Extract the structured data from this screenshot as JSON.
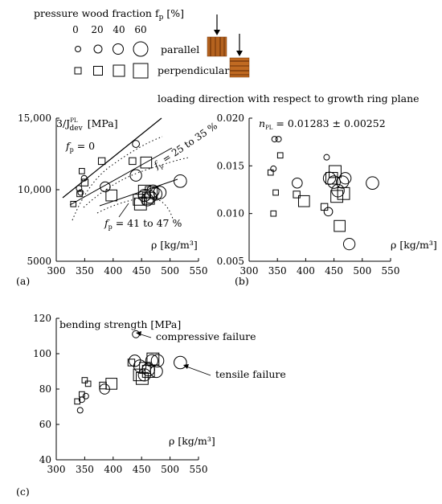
{
  "legend": {
    "title": "pressure wood fraction f",
    "title_sub": "p",
    "title_unit": "[%]",
    "sizes": [
      "0",
      "20",
      "40",
      "60"
    ],
    "parallel_label": "parallel",
    "perpendicular_label": "perpendicular",
    "loading_direction_text": "loading direction with respect to growth ring plane"
  },
  "chart_data": [
    {
      "panel": "(a)",
      "type": "scatter",
      "ylabel_html": "3/J",
      "ylabel_sup": "PL",
      "ylabel_sub": "dev",
      "ylabel_unit": "[MPa]",
      "xlabel": "ρ [kg/m³]",
      "xlim": [
        300,
        550
      ],
      "ylim": [
        5000,
        15000
      ],
      "xticks": [
        300,
        350,
        400,
        450,
        500,
        550
      ],
      "yticks": [
        5000,
        10000,
        15000
      ],
      "ytick_labels": [
        "5000",
        "10,000",
        "15,000"
      ],
      "annotations": {
        "fp0": "f",
        "fp0_sub": "p",
        "fp0_rest": " = 0",
        "fp25": "f",
        "fp25_sub": "p",
        "fp25_rest": " = 25 to 35 %",
        "fp41": "f",
        "fp41_sub": "p",
        "fp41_rest": " = 41 to 47 %"
      },
      "series": [
        {
          "marker": "circle",
          "orientation": "parallel",
          "points": [
            {
              "x": 340,
              "y": 10100,
              "fp": 0
            },
            {
              "x": 343,
              "y": 9800,
              "fp": 0
            },
            {
              "x": 349,
              "y": 10800,
              "fp": 0
            },
            {
              "x": 386,
              "y": 10200,
              "fp": 30
            },
            {
              "x": 440,
              "y": 13200,
              "fp": 10
            },
            {
              "x": 440,
              "y": 11000,
              "fp": 40
            },
            {
              "x": 455,
              "y": 9600,
              "fp": 45
            },
            {
              "x": 460,
              "y": 9300,
              "fp": 45
            },
            {
              "x": 465,
              "y": 9500,
              "fp": 47
            },
            {
              "x": 470,
              "y": 9900,
              "fp": 45
            },
            {
              "x": 475,
              "y": 9700,
              "fp": 45
            },
            {
              "x": 482,
              "y": 9800,
              "fp": 47
            },
            {
              "x": 518,
              "y": 10600,
              "fp": 47
            }
          ]
        },
        {
          "marker": "square",
          "orientation": "perpendicular",
          "points": [
            {
              "x": 330,
              "y": 9000,
              "fp": 0
            },
            {
              "x": 341,
              "y": 9700,
              "fp": 0
            },
            {
              "x": 345,
              "y": 11300,
              "fp": 0
            },
            {
              "x": 350,
              "y": 10500,
              "fp": 10
            },
            {
              "x": 380,
              "y": 12000,
              "fp": 10
            },
            {
              "x": 397,
              "y": 9600,
              "fp": 40
            },
            {
              "x": 434,
              "y": 12000,
              "fp": 10
            },
            {
              "x": 445,
              "y": 9300,
              "fp": 40
            },
            {
              "x": 448,
              "y": 9000,
              "fp": 47
            },
            {
              "x": 455,
              "y": 9900,
              "fp": 47
            },
            {
              "x": 458,
              "y": 11900,
              "fp": 40
            },
            {
              "x": 462,
              "y": 9400,
              "fp": 47
            },
            {
              "x": 467,
              "y": 9800,
              "fp": 47
            }
          ]
        }
      ]
    },
    {
      "panel": "(b)",
      "type": "scatter",
      "annotation_text": "n",
      "annotation_sub": "PL",
      "annotation_rest": " = 0.01283 ± 0.00252",
      "xlabel": "ρ [kg/m³]",
      "xlim": [
        300,
        550
      ],
      "ylim": [
        0.005,
        0.02
      ],
      "xticks": [
        300,
        350,
        400,
        450,
        500,
        550
      ],
      "yticks": [
        0.005,
        0.01,
        0.015,
        0.02
      ],
      "ytick_labels": [
        "0.005",
        "0.010",
        "0.015",
        "0.020"
      ],
      "series": [
        {
          "marker": "circle",
          "orientation": "parallel",
          "points": [
            {
              "x": 345,
              "y": 0.0178,
              "fp": 0
            },
            {
              "x": 352,
              "y": 0.0178,
              "fp": 0
            },
            {
              "x": 343,
              "y": 0.0147,
              "fp": 0
            },
            {
              "x": 385,
              "y": 0.0132,
              "fp": 30
            },
            {
              "x": 437,
              "y": 0.0159,
              "fp": 0
            },
            {
              "x": 440,
              "y": 0.0102,
              "fp": 20
            },
            {
              "x": 442,
              "y": 0.0137,
              "fp": 45
            },
            {
              "x": 450,
              "y": 0.0133,
              "fp": 47
            },
            {
              "x": 457,
              "y": 0.0124,
              "fp": 47
            },
            {
              "x": 465,
              "y": 0.0133,
              "fp": 45
            },
            {
              "x": 470,
              "y": 0.0137,
              "fp": 40
            },
            {
              "x": 477,
              "y": 0.0068,
              "fp": 40
            },
            {
              "x": 518,
              "y": 0.0132,
              "fp": 47
            }
          ]
        },
        {
          "marker": "square",
          "orientation": "perpendicular",
          "points": [
            {
              "x": 338,
              "y": 0.0143,
              "fp": 0
            },
            {
              "x": 347,
              "y": 0.0122,
              "fp": 0
            },
            {
              "x": 343,
              "y": 0.01,
              "fp": 0
            },
            {
              "x": 355,
              "y": 0.0161,
              "fp": 0
            },
            {
              "x": 384,
              "y": 0.012,
              "fp": 10
            },
            {
              "x": 397,
              "y": 0.0113,
              "fp": 40
            },
            {
              "x": 433,
              "y": 0.0107,
              "fp": 10
            },
            {
              "x": 446,
              "y": 0.0137,
              "fp": 45
            },
            {
              "x": 452,
              "y": 0.0144,
              "fp": 47
            },
            {
              "x": 455,
              "y": 0.0118,
              "fp": 47
            },
            {
              "x": 460,
              "y": 0.0087,
              "fp": 40
            },
            {
              "x": 467,
              "y": 0.0121,
              "fp": 47
            }
          ]
        }
      ]
    },
    {
      "panel": "(c)",
      "type": "scatter",
      "ylabel": "bending strength [MPa]",
      "xlabel": "ρ [kg/m³]",
      "xlim": [
        300,
        550
      ],
      "ylim": [
        40,
        120
      ],
      "xticks": [
        300,
        350,
        400,
        450,
        500,
        550
      ],
      "yticks": [
        40,
        60,
        80,
        100,
        120
      ],
      "ytick_labels": [
        "40",
        "60",
        "80",
        "100",
        "120"
      ],
      "compressive_failure_label": "compressive failure",
      "tensile_failure_label": "tensile failure",
      "colors": {
        "compressive": "#f2de3a",
        "tensile": "#ffffff"
      },
      "series": [
        {
          "marker": "circle",
          "orientation": "parallel",
          "points": [
            {
              "x": 342,
              "y": 68,
              "fp": 0,
              "failure": "tensile"
            },
            {
              "x": 345,
              "y": 74,
              "fp": 0,
              "failure": "compressive"
            },
            {
              "x": 352,
              "y": 76,
              "fp": 0,
              "failure": "tensile"
            },
            {
              "x": 385,
              "y": 80,
              "fp": 30,
              "failure": "compressive"
            },
            {
              "x": 440,
              "y": 111,
              "fp": 10,
              "failure": "compressive"
            },
            {
              "x": 438,
              "y": 96,
              "fp": 40,
              "failure": "tensile"
            },
            {
              "x": 447,
              "y": 93,
              "fp": 45,
              "failure": "tensile"
            },
            {
              "x": 455,
              "y": 88,
              "fp": 45,
              "failure": "tensile"
            },
            {
              "x": 462,
              "y": 91,
              "fp": 47,
              "failure": "tensile"
            },
            {
              "x": 468,
              "y": 96,
              "fp": 45,
              "failure": "compressive"
            },
            {
              "x": 476,
              "y": 90,
              "fp": 45,
              "failure": "tensile"
            },
            {
              "x": 478,
              "y": 96,
              "fp": 47,
              "failure": "tensile"
            },
            {
              "x": 518,
              "y": 95,
              "fp": 47,
              "failure": "tensile"
            }
          ]
        },
        {
          "marker": "square",
          "orientation": "perpendicular",
          "points": [
            {
              "x": 337,
              "y": 73,
              "fp": 0,
              "failure": "tensile"
            },
            {
              "x": 345,
              "y": 77,
              "fp": 0,
              "failure": "compressive"
            },
            {
              "x": 350,
              "y": 85,
              "fp": 0,
              "failure": "compressive"
            },
            {
              "x": 356,
              "y": 83,
              "fp": 0,
              "failure": "compressive"
            },
            {
              "x": 382,
              "y": 82,
              "fp": 10,
              "failure": "compressive"
            },
            {
              "x": 397,
              "y": 83,
              "fp": 40,
              "failure": "tensile"
            },
            {
              "x": 432,
              "y": 95,
              "fp": 10,
              "failure": "compressive"
            },
            {
              "x": 446,
              "y": 88,
              "fp": 45,
              "failure": "tensile"
            },
            {
              "x": 451,
              "y": 86,
              "fp": 47,
              "failure": "compressive"
            },
            {
              "x": 456,
              "y": 92,
              "fp": 40,
              "failure": "compressive"
            },
            {
              "x": 462,
              "y": 90,
              "fp": 47,
              "failure": "tensile"
            },
            {
              "x": 470,
              "y": 97,
              "fp": 47,
              "failure": "compressive"
            }
          ]
        }
      ]
    }
  ]
}
